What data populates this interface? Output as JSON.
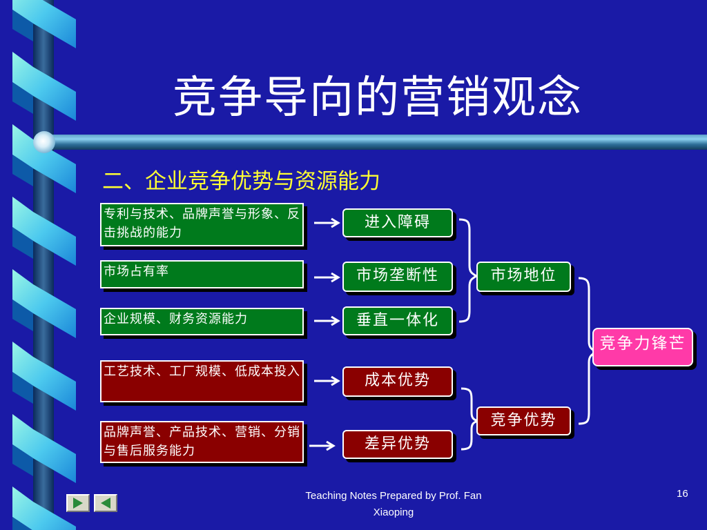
{
  "slide": {
    "title": "竞争导向的营销观念",
    "subtitle": "二、企业竞争优势与资源能力",
    "footer": "Teaching Notes Prepared by Prof. Fan Xiaoping",
    "page_number": "16"
  },
  "diagram": {
    "sources": [
      {
        "text": "专利与技术、品牌声誉与形象、反击挑战的能力",
        "color": "green"
      },
      {
        "text": "市场占有率",
        "color": "green"
      },
      {
        "text": "企业规模、财务资源能力",
        "color": "green"
      },
      {
        "text": "工艺技术、工厂规模、低成本投入",
        "color": "red"
      },
      {
        "text": "品牌声誉、产品技术、营销、分销与售后服务能力",
        "color": "red"
      }
    ],
    "factors": [
      {
        "text": "进入障碍",
        "color": "green"
      },
      {
        "text": "市场垄断性",
        "color": "green"
      },
      {
        "text": "垂直一体化",
        "color": "green"
      },
      {
        "text": "成本优势",
        "color": "red"
      },
      {
        "text": "差异优势",
        "color": "red"
      }
    ],
    "groups": [
      {
        "text": "市场地位",
        "color": "green"
      },
      {
        "text": "竞争优势",
        "color": "red"
      }
    ],
    "result": {
      "text": "竞争力锋芒",
      "color": "pink"
    }
  },
  "nav": {
    "next_icon": "play-right-icon",
    "prev_icon": "play-left-icon"
  }
}
